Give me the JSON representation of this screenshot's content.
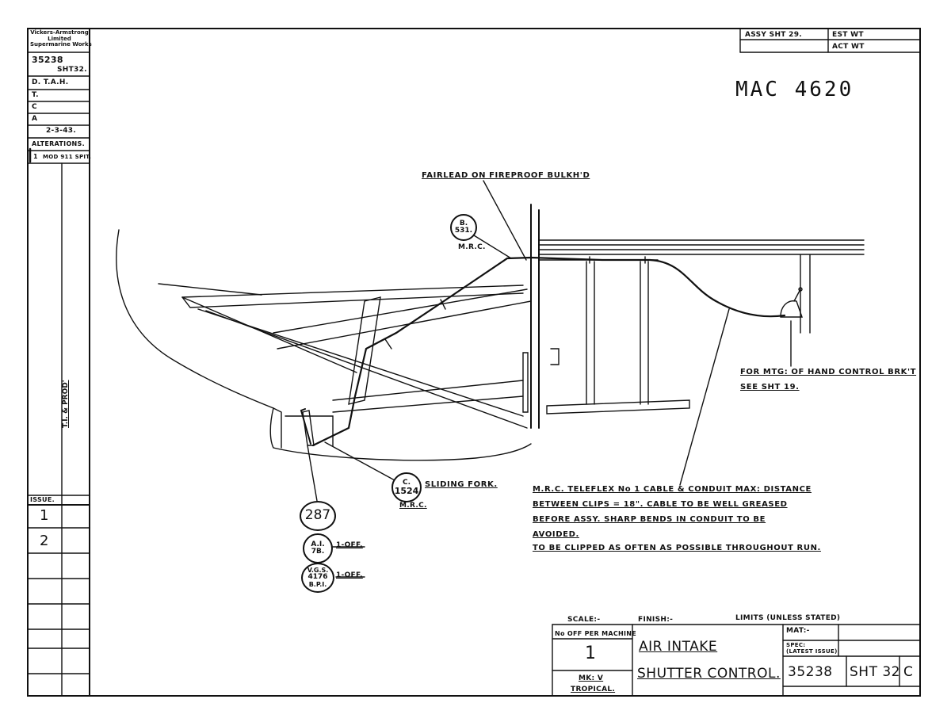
{
  "company_block": {
    "name_line1": "Vickers-Armstrong",
    "name_line2": "Limited",
    "name_line3": "Supermarine Works",
    "drawing_no": "35238",
    "sheet": "SHT32.",
    "d_label": "D. T.A.H.",
    "t_label": "T.",
    "c_label": "C",
    "a_label": "A",
    "date": "2-3-43.",
    "alterations_label": "ALTERATIONS.",
    "alteration_no": "1",
    "alteration_text": "MOD 911 SPIT."
  },
  "side_note": "T.I. & PROD'",
  "issue": {
    "label": "ISSUE.",
    "entries": [
      "1",
      "2"
    ]
  },
  "top_table": {
    "assy": "ASSY SHT 29.",
    "est_wt": "EST WT",
    "act_wt": "ACT WT"
  },
  "handwritten_ref": "MAC 4620",
  "callouts": {
    "b531": {
      "line1": "B.",
      "line2": "531.",
      "sub": "M.R.C."
    },
    "c1524": {
      "line1": "C.",
      "line2": "1524",
      "sub": "M.R.C."
    },
    "n287": "287",
    "ai": {
      "line1": "A.I.",
      "line2": "7B."
    },
    "vgs": {
      "line1": "V.G.S.",
      "line2": "4176",
      "line3": "B.P.I."
    }
  },
  "labels": {
    "fairlead": "FAIRLEAD ON FIREPROOF BULKH'D",
    "sliding_fork": "SLIDING FORK.",
    "one_off_a": "1-OFF.",
    "one_off_b": "1-OFF.",
    "mtg_line1": "FOR MTG: OF HAND CONTROL BRK'T",
    "mtg_line2": "SEE SHT 19.",
    "note_line1": "M.R.C. TELEFLEX No 1 CABLE & CONDUIT  MAX: DISTANCE",
    "note_line2": "BETWEEN CLIPS = 18\". CABLE TO BE WELL GREASED",
    "note_line3": "BEFORE ASSY. SHARP BENDS IN CONDUIT TO BE",
    "note_line4": "AVOIDED.",
    "note_line5": "TO BE CLIPPED AS OFTEN AS POSSIBLE THROUGHOUT RUN."
  },
  "title_block": {
    "scale_label": "SCALE:-",
    "finish_label": "FINISH:-",
    "limits_label": "LIMITS (UNLESS STATED)",
    "no_off_label": "No OFF PER MACHINE",
    "no_off_value": "1",
    "mk_label": "MK: V",
    "mk_sub": "TROPICAL.",
    "title_line1": "AIR    INTAKE",
    "title_line2": "SHUTTER CONTROL.",
    "mat_label": "MAT:-",
    "spec_label": "SPEC:",
    "spec_sub": "(LATEST ISSUE)",
    "drawing_no": "35238",
    "sheet": "SHT 32",
    "rev": "C"
  }
}
